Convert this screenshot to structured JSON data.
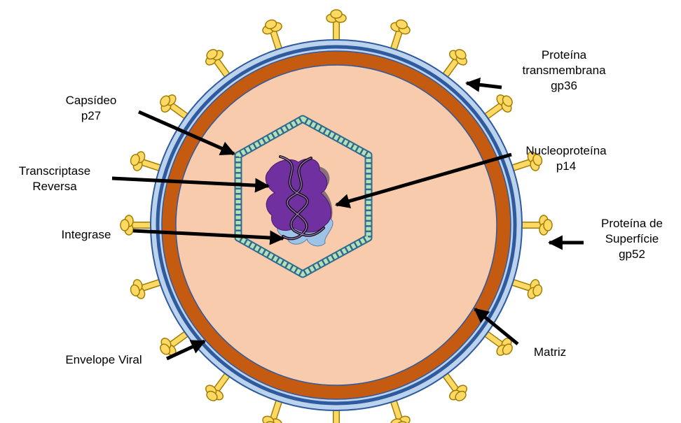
{
  "labels": {
    "capsideo": {
      "line1": "Capsídeo",
      "line2": "p27"
    },
    "transcriptase": {
      "line1": "Transcriptase",
      "line2": "Reversa"
    },
    "integrase": {
      "line1": "Integrase"
    },
    "envelope": {
      "line1": "Envelope Viral"
    },
    "proteina_transmembrana": {
      "line1": "Proteína",
      "line2": "transmembrana",
      "line3": "gp36"
    },
    "nucleoproteina": {
      "line1": "Nucleoproteína",
      "line2": "p14"
    },
    "proteina_superficie": {
      "line1": "Proteína de",
      "line2": "Superfície",
      "line3": "gp52"
    },
    "matriz": {
      "line1": "Matriz"
    }
  },
  "colors": {
    "envelope_outer": "#bcd3ee",
    "envelope_band": "#2f5a9e",
    "matrix": "#c55a11",
    "cytoplasm": "#f8cbad",
    "spike_stem": "#ffd966",
    "spike_outline": "#a07c00",
    "capsid_bead": "#b8e0b8",
    "capsid_outline": "#2e6b8f",
    "rna": "#7030a0",
    "integrase": "#9dc3e6",
    "arrow": "#000000"
  }
}
